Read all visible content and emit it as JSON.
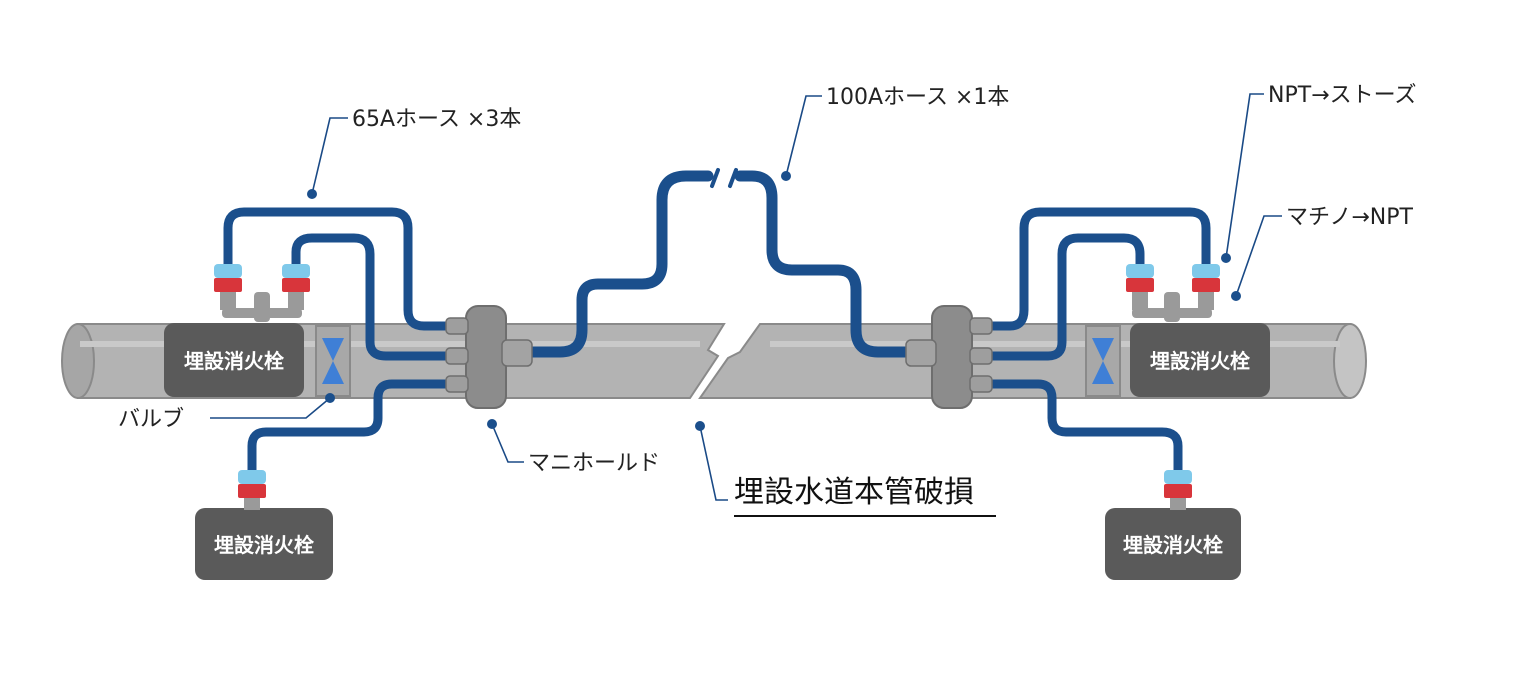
{
  "labels": {
    "hose_65a": "65Aホース ×3本",
    "hose_100a": "100Aホース ×1本",
    "npt_strainer": "NPT→ストーズ",
    "machino_npt": "マチノ→NPT",
    "valve": "バルブ",
    "manifold": "マニホールド",
    "title": "埋設水道本管破損",
    "hydrant_left_main": "埋設消火栓",
    "hydrant_right_main": "埋設消火栓",
    "hydrant_left_bottom": "埋設消火栓",
    "hydrant_right_bottom": "埋設消火栓"
  },
  "colors": {
    "hose": "#1b4f8c",
    "pipe": "#b3b3b3",
    "pipe_edge": "#8a8a8a",
    "hydrant_box": "#5a5a5a",
    "fitting_light": "#7fc9ea",
    "fitting_red": "#d8353b",
    "manifold": "#8c8c8c",
    "valve_blue": "#3f7fd6"
  },
  "icons": {
    "valve": "butterfly-valve-icon",
    "manifold": "manifold-icon",
    "coupling": "hose-coupling-icon",
    "break": "pipe-break-icon"
  }
}
